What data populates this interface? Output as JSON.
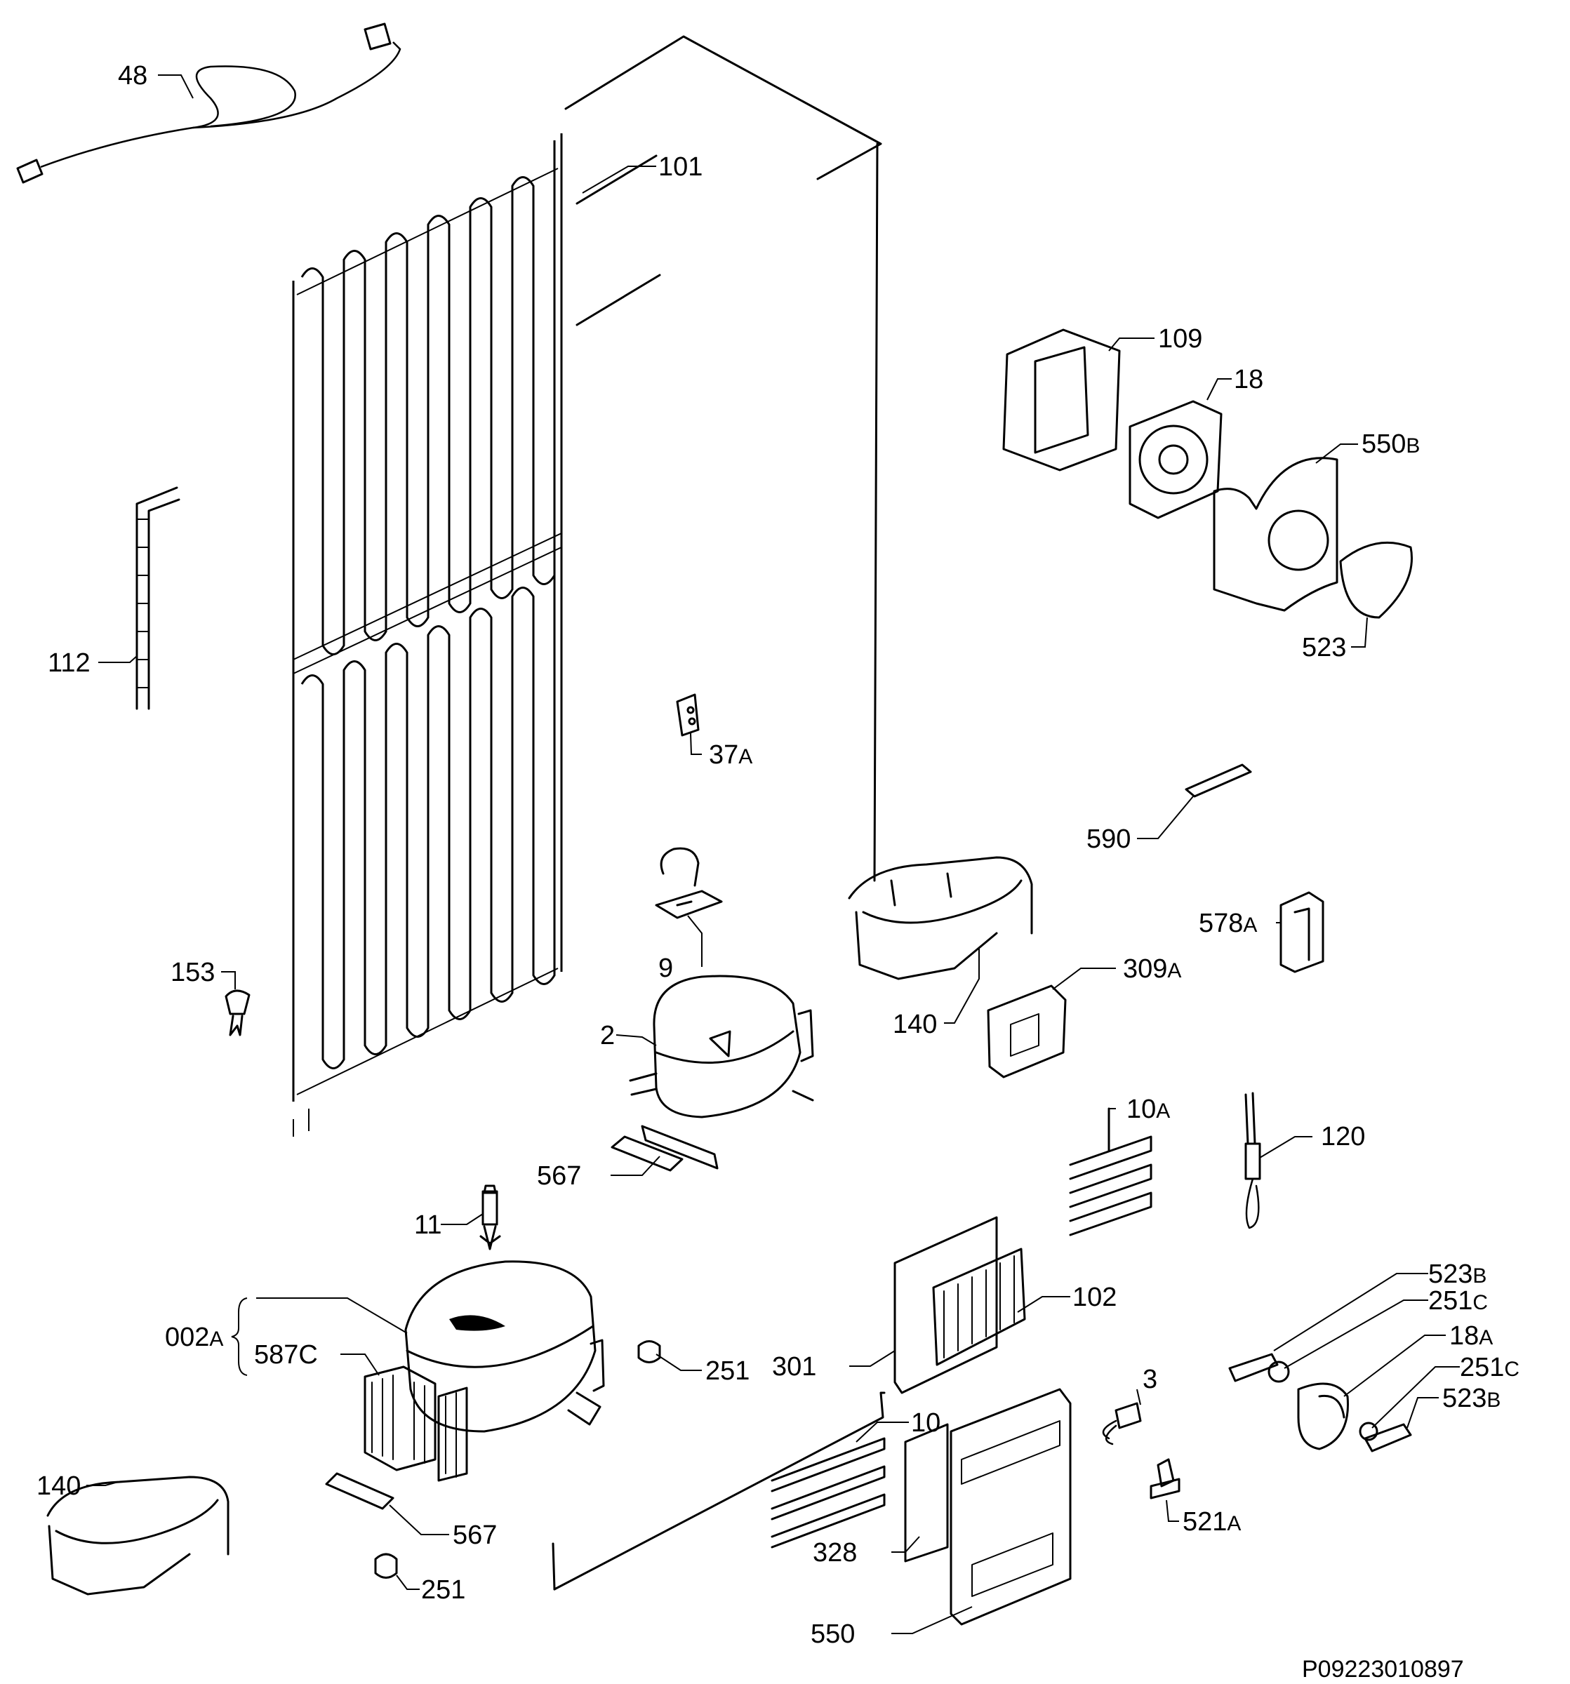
{
  "drawing_code": "P09223010897",
  "callouts": [
    {
      "id": "48",
      "text": "48",
      "sub": ""
    },
    {
      "id": "101",
      "text": "101",
      "sub": ""
    },
    {
      "id": "109",
      "text": "109",
      "sub": ""
    },
    {
      "id": "18",
      "text": "18",
      "sub": ""
    },
    {
      "id": "550b",
      "text": "550",
      "sub": "B"
    },
    {
      "id": "523",
      "text": "523",
      "sub": ""
    },
    {
      "id": "112",
      "text": "112",
      "sub": ""
    },
    {
      "id": "37a",
      "text": "37",
      "sub": "A"
    },
    {
      "id": "590",
      "text": "590",
      "sub": ""
    },
    {
      "id": "578a",
      "text": "578",
      "sub": "A"
    },
    {
      "id": "9",
      "text": "9",
      "sub": ""
    },
    {
      "id": "140-top",
      "text": "140",
      "sub": ""
    },
    {
      "id": "309a",
      "text": "309",
      "sub": "A"
    },
    {
      "id": "153",
      "text": "153",
      "sub": ""
    },
    {
      "id": "2",
      "text": "2",
      "sub": ""
    },
    {
      "id": "10a",
      "text": "10",
      "sub": "A"
    },
    {
      "id": "120",
      "text": "120",
      "sub": ""
    },
    {
      "id": "567-top",
      "text": "567",
      "sub": ""
    },
    {
      "id": "11",
      "text": "11",
      "sub": ""
    },
    {
      "id": "523b-top",
      "text": "523",
      "sub": "B"
    },
    {
      "id": "251c-top",
      "text": "251",
      "sub": "C"
    },
    {
      "id": "102",
      "text": "102",
      "sub": ""
    },
    {
      "id": "002a",
      "text": "002",
      "sub": "A"
    },
    {
      "id": "18a",
      "text": "18",
      "sub": "A"
    },
    {
      "id": "251c-bottom",
      "text": "251",
      "sub": "C"
    },
    {
      "id": "587c",
      "text": "587C",
      "sub": ""
    },
    {
      "id": "251-mid",
      "text": "251",
      "sub": ""
    },
    {
      "id": "301",
      "text": "301",
      "sub": ""
    },
    {
      "id": "3",
      "text": "3",
      "sub": ""
    },
    {
      "id": "523b-bottom",
      "text": "523",
      "sub": "B"
    },
    {
      "id": "10",
      "text": "10",
      "sub": ""
    },
    {
      "id": "140-bottom",
      "text": "140",
      "sub": ""
    },
    {
      "id": "521a",
      "text": "521",
      "sub": "A"
    },
    {
      "id": "567-bottom",
      "text": "567",
      "sub": ""
    },
    {
      "id": "328",
      "text": "328",
      "sub": ""
    },
    {
      "id": "251-bottom",
      "text": "251",
      "sub": ""
    },
    {
      "id": "550",
      "text": "550",
      "sub": ""
    }
  ]
}
